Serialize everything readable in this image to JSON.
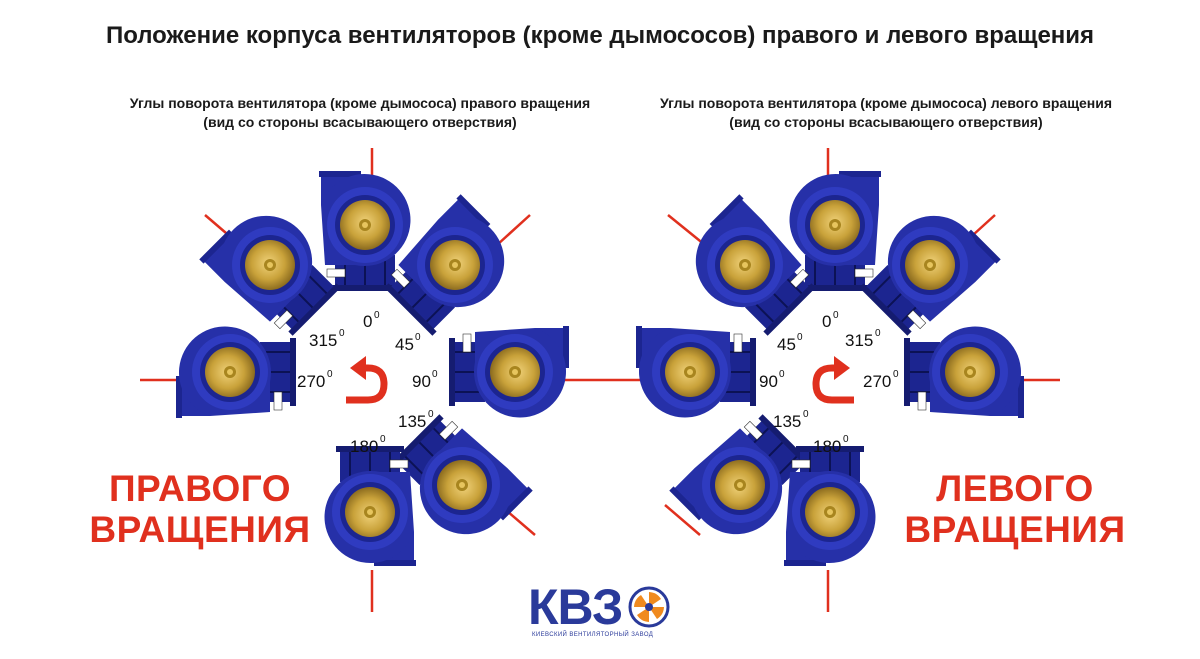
{
  "title": "Положение корпуса вентиляторов (кроме дымососов) правого и левого вращения",
  "left_panel": {
    "subtitle_line1": "Углы поворота вентилятора (кроме дымососа) правого вращения",
    "subtitle_line2": "(вид со стороны всасывающего отверствия)",
    "big_line1": "ПРАВОГО",
    "big_line2": "ВРАЩЕНИЯ",
    "angles": [
      "0",
      "45",
      "90",
      "135",
      "180",
      "270",
      "315"
    ]
  },
  "right_panel": {
    "subtitle_line1": "Углы поворота вентилятора (кроме дымососа) левого вращения",
    "subtitle_line2": "(вид со стороны всасывающего отверствия)",
    "big_line1": "ЛЕВОГО",
    "big_line2": "ВРАЩЕНИЯ",
    "angles": [
      "0",
      "45",
      "90",
      "135",
      "180",
      "270",
      "315"
    ]
  },
  "degree_symbol": "0",
  "logo": {
    "text": "КВЗ",
    "subtext": "КИЕВСКИЙ ВЕНТИЛЯТОРНЫЙ ЗАВОД"
  },
  "colors": {
    "fan_blue": "#2630a8",
    "inlet_gold": "#c9a23a",
    "line_red": "#e0301e",
    "arrow_red": "#e0301e"
  }
}
